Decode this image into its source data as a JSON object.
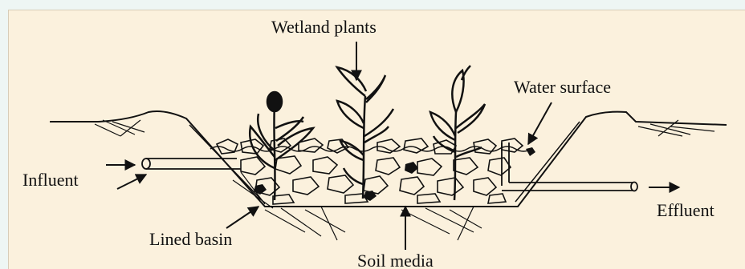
{
  "labels": {
    "wetland_plants": "Wetland plants",
    "water_surface": "Water surface",
    "influent": "Influent",
    "effluent": "Effluent",
    "lined_basin": "Lined basin",
    "soil_media": "Soil media"
  }
}
